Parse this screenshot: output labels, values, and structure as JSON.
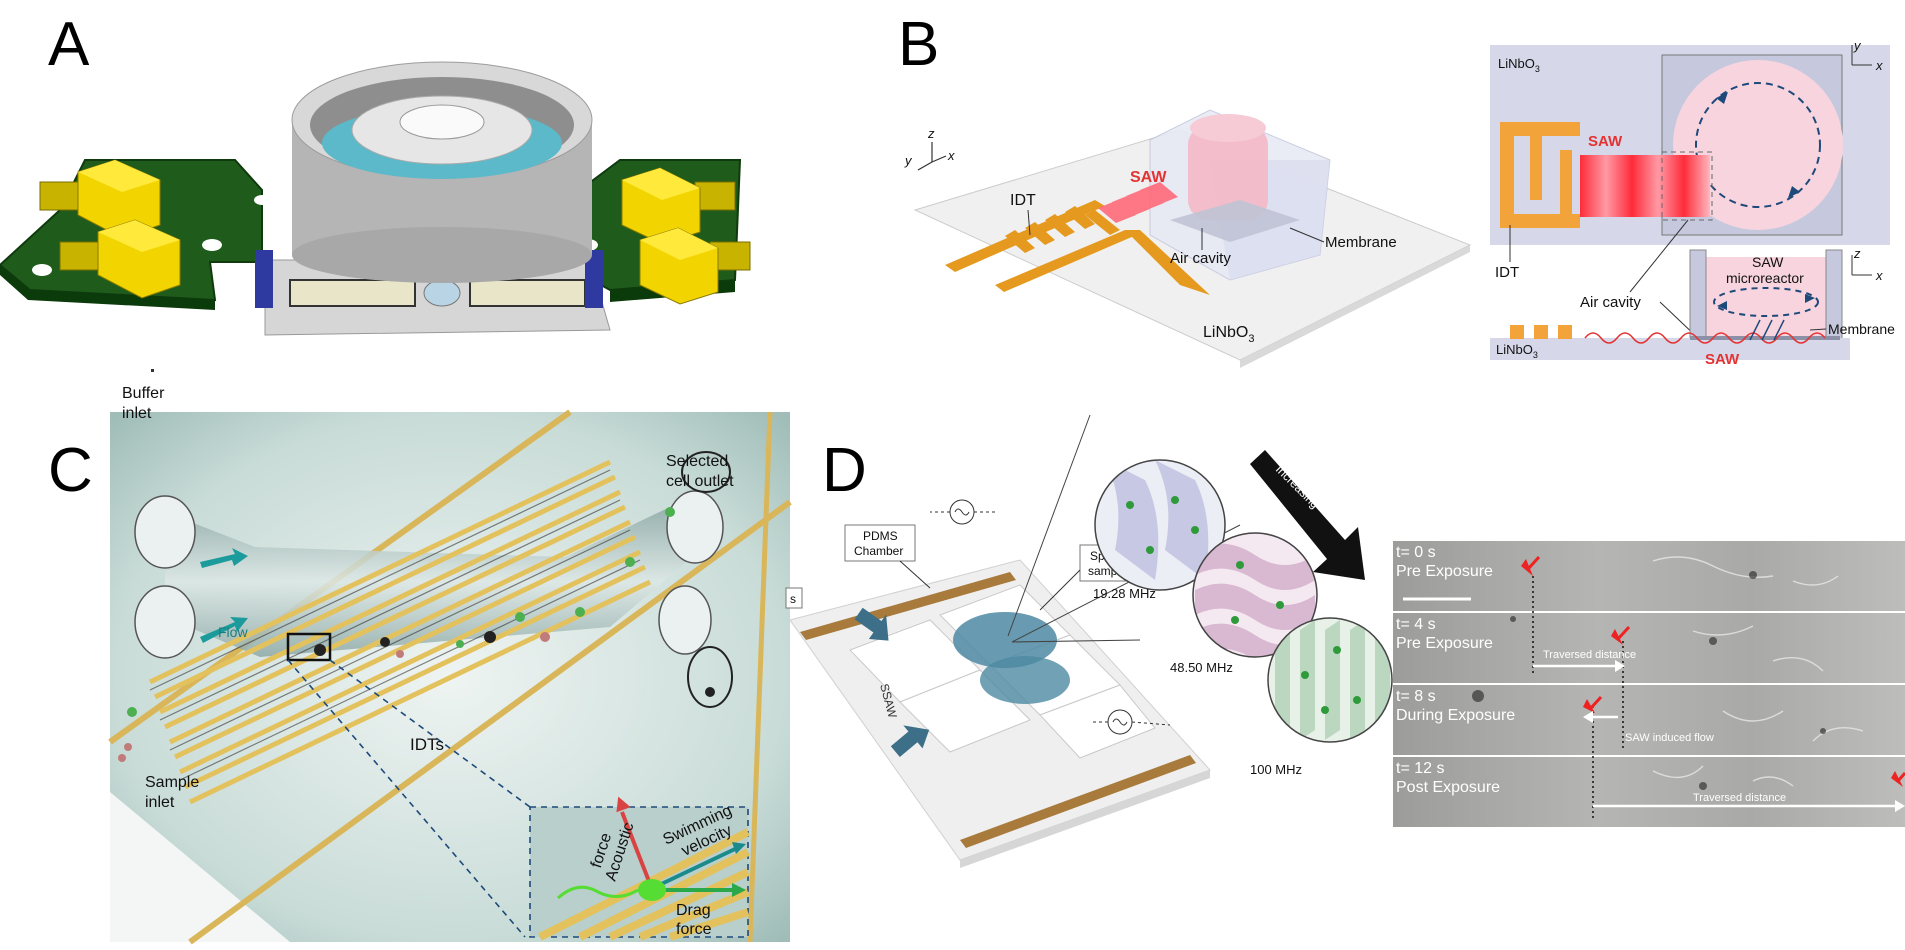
{
  "panels": {
    "a": {
      "letter": "A"
    },
    "b": {
      "letter": "B",
      "left": {
        "axis": "y",
        "axis_z": "z",
        "axis_x": "x",
        "idt": "IDT",
        "saw": "SAW",
        "air_cavity": "Air cavity",
        "membrane": "Membrane",
        "substrate": "LiNbO",
        "substrate_sub": "3"
      },
      "right": {
        "substrate": "LiNbO",
        "substrate_sub": "3",
        "axis_y": "y",
        "axis_x": "x",
        "saw": "SAW",
        "idt": "IDT",
        "air_cavity": "Air cavity",
        "microreactor_1": "SAW",
        "microreactor_2": "microreactor",
        "axis_z": "z",
        "axis_x2": "x",
        "membrane": "Membrane",
        "substrate2": "LiNbO",
        "substrate2_sub": "3",
        "saw2": "SAW"
      }
    },
    "c": {
      "letter": "C",
      "buffer_1": "Buffer",
      "buffer_2": "inlet",
      "selected_1": "Selected",
      "selected_2": "cell outlet",
      "flow": "Flow",
      "idts": "IDTs",
      "sample_1": "Sample",
      "sample_2": "inlet",
      "acoustic_1": "Acoustic",
      "acoustic_2": "force",
      "swimming_1": "Swimming",
      "swimming_2": "velocity",
      "drag_1": "Drag",
      "drag_2": "force"
    },
    "d": {
      "letter": "D",
      "pdms_1": "PDMS",
      "pdms_2": "Chamber",
      "sperm_1": "Sperm",
      "sperm_2": "sample",
      "ssaw": "SSAW",
      "freq_1": "19.28 MHz",
      "freq_2": "48.50 MHz",
      "freq_3": "100 MHz",
      "increasing": "Increasing",
      "cut_label": "s",
      "frames": [
        {
          "time": "t= 0 s",
          "phase": "Pre Exposure"
        },
        {
          "time": "t= 4 s",
          "phase": "Pre Exposure",
          "note": "Traversed distance"
        },
        {
          "time": "t= 8 s",
          "phase": "During Exposure",
          "note": "SAW induced flow"
        },
        {
          "time": "t= 12 s",
          "phase": "Post Exposure",
          "note": "Traversed distance"
        }
      ]
    }
  }
}
